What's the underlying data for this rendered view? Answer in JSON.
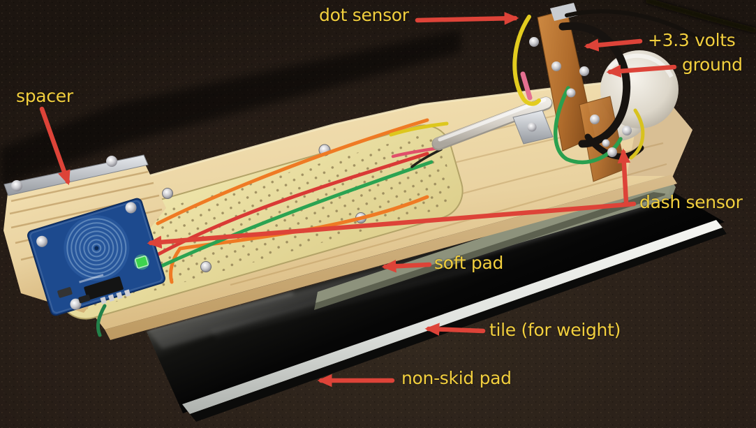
{
  "scene": {
    "description": "Annotated photo of a homemade capacitive-touch Morse key: a wooden arm with perfboard and touch-sensor module mounted on a soft pad, black ceramic tile (for weight) and a non-skid pad, with metal bracket contacts, wires and a white knob at the right end.",
    "objects": [
      "touch sensor module with spiral pad",
      "perfboard with jumper wires",
      "wooden spacer block",
      "wood base board",
      "white cable sleeve",
      "copper bracket sensor assembly",
      "white round knob",
      "soft pad",
      "black tile",
      "non-skid pad"
    ]
  },
  "style": {
    "label_color": "#f2cf3e",
    "arrow_color": "#dd4338",
    "background": "#29211a",
    "wood": "#e9d2a0",
    "perfboard": "#e9e0a4",
    "module_blue": "#1d4a8e",
    "tile_black": "#0a0a0a",
    "non_skid_white": "#e9ebe7",
    "soft_pad_gray": "#8d927c",
    "copper": "#b06c2c"
  },
  "annotations": {
    "dot_sensor": {
      "text": "dot sensor"
    },
    "plus_3v3": {
      "text": "+3.3 volts"
    },
    "ground": {
      "text": "ground"
    },
    "spacer": {
      "text": "spacer"
    },
    "dash_sensor": {
      "text": "dash sensor"
    },
    "soft_pad": {
      "text": "soft pad"
    },
    "tile": {
      "text": "tile (for weight)"
    },
    "non_skid_pad": {
      "text": "non-skid pad"
    }
  }
}
